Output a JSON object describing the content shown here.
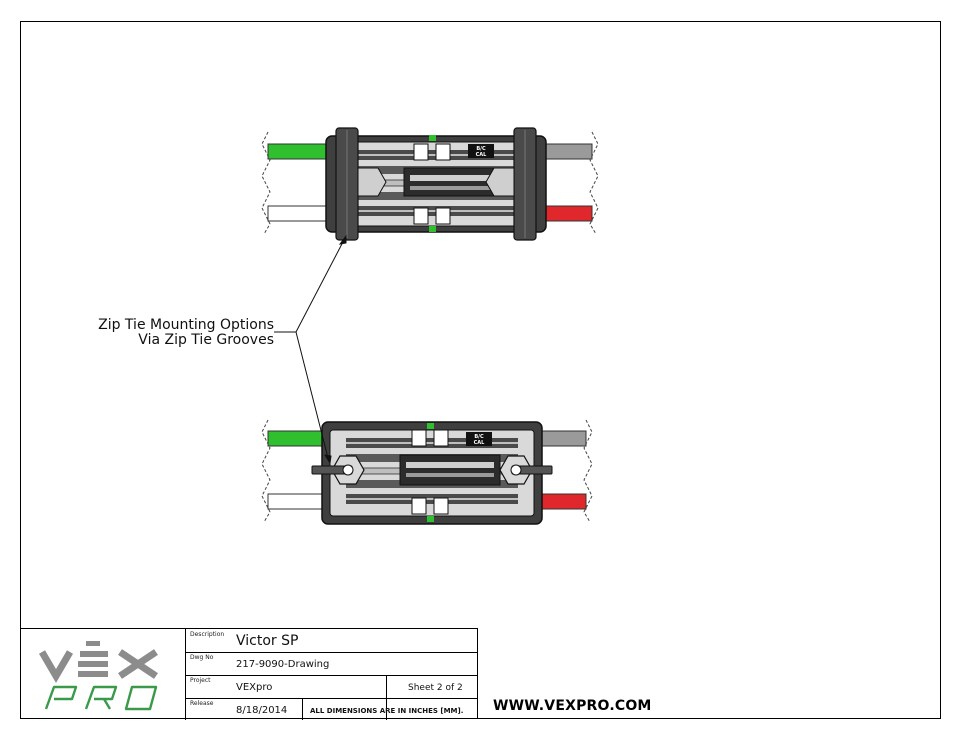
{
  "callout": {
    "line1": "Zip Tie Mounting Options",
    "line2": "Via Zip Tie Grooves"
  },
  "controller_label": {
    "top": "B/C",
    "bottom": "CAL"
  },
  "logo": {
    "wordmark_top": "VEX",
    "wordmark_bottom": "PRO"
  },
  "title_block": {
    "description_label": "Description",
    "description": "Victor SP",
    "dwg_no_label": "Dwg  No",
    "dwg_no": "217-9090-Drawing",
    "project_label": "Project",
    "project": "VEXpro",
    "sheet": "Sheet 2 of 2",
    "release_label": "Release",
    "release": "8/18/2014",
    "units_note": "ALL DIMENSIONS ARE IN INCHES [MM]."
  },
  "website": "WWW.VEXPRO.COM",
  "colors": {
    "wire_green": "#2fbf2f",
    "wire_red": "#e0282c",
    "wire_gray": "#9a9a9a",
    "body_dark": "#3f3f3f",
    "logo_gray": "#8c8c8c",
    "logo_green": "#3a9a4a"
  }
}
